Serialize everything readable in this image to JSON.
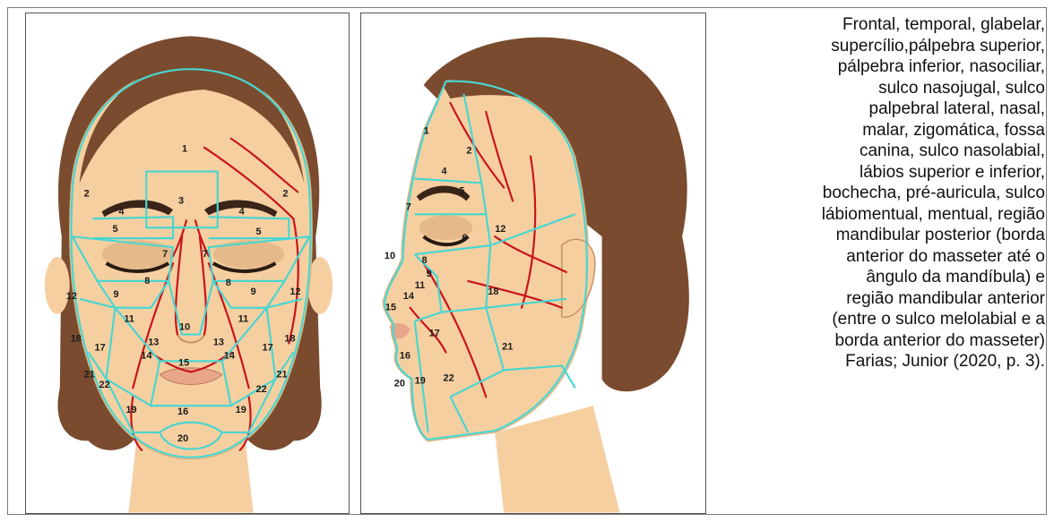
{
  "caption": {
    "text": "Frontal, temporal, glabelar,\nsupercílio,pálpebra superior,\npálpebra inferior, nasociliar,\nsulco nasojugal, sulco\npalpebral lateral, nasal,\nmalar, zigomática, fossa\ncanina, sulco nasolabial,\nlábios superior e inferior,\nbochecha, pré-auricula, sulco\nlábiomentual, mentual, região\nmandibular posterior (borda\nanterior do masseter até o\nângulo da mandíbula) e\nregião mandibular anterior\n(entre o sulco melolabial e a\nborda anterior do masseter)\nFarias; Junior (2020, p. 3)."
  },
  "colors": {
    "hair": "#7a4b2e",
    "skin": "#f6cfa1",
    "zone_lines": "#49d6d0",
    "vessels": "#c8141c",
    "brows": "#3a2418"
  },
  "front_labels": {
    "z1": "1",
    "z2a": "2",
    "z2b": "2",
    "z3": "3",
    "z4a": "4",
    "z4b": "4",
    "z5a": "5",
    "z5b": "5",
    "z7a": "7",
    "z7b": "7",
    "z8a": "8",
    "z8b": "8",
    "z9a": "9",
    "z9b": "9",
    "z10": "10",
    "z11a": "11",
    "z11b": "11",
    "z12a": "12",
    "z12b": "12",
    "z13a": "13",
    "z13b": "13",
    "z14a": "14",
    "z14b": "14",
    "z15": "15",
    "z16": "16",
    "z17a": "17",
    "z17b": "17",
    "z18a": "18",
    "z18b": "18",
    "z19a": "19",
    "z19b": "19",
    "z20": "20",
    "z21a": "21",
    "z21b": "21",
    "z22a": "22",
    "z22b": "22"
  },
  "side_labels": {
    "z1": "1",
    "z2": "2",
    "z4": "4",
    "z5": "5",
    "z6": "6",
    "z7": "7",
    "z8": "8",
    "z9": "9",
    "z10": "10",
    "z11": "11",
    "z12": "12",
    "z14": "14",
    "z15": "15",
    "z16": "16",
    "z17": "17",
    "z18": "18",
    "z19": "19",
    "z20": "20",
    "z21": "21",
    "z22": "22"
  }
}
